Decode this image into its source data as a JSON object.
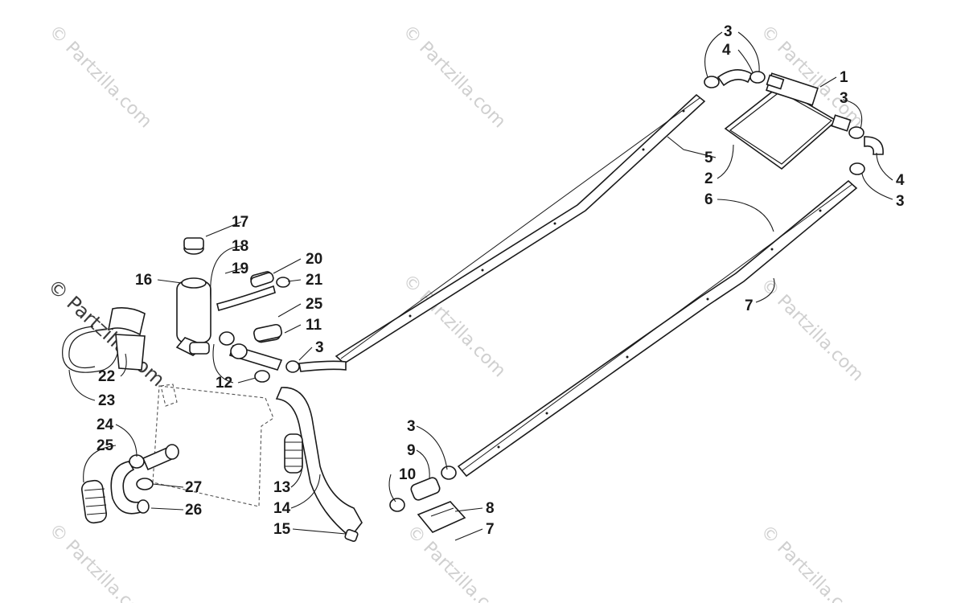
{
  "watermarks": {
    "faint": "© Partzilla.com",
    "prominent": "© Partzilla.com"
  },
  "callouts": {
    "c1": "1",
    "c2": "2",
    "c3a": "3",
    "c3b": "3",
    "c3c": "3",
    "c3d": "3",
    "c3e": "3",
    "c4a": "4",
    "c4b": "4",
    "c5": "5",
    "c6": "6",
    "c7a": "7",
    "c7b": "7",
    "c8": "8",
    "c9": "9",
    "c10": "10",
    "c11": "11",
    "c12": "12",
    "c13": "13",
    "c14": "14",
    "c15": "15",
    "c16": "16",
    "c17": "17",
    "c18": "18",
    "c19": "19",
    "c20": "20",
    "c21": "21",
    "c22": "22",
    "c23": "23",
    "c24": "24",
    "c25a": "25",
    "c25b": "25",
    "c26": "26",
    "c27": "27"
  }
}
